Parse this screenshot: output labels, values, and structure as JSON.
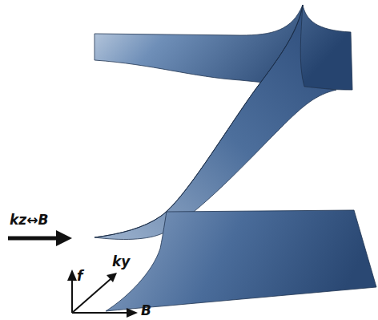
{
  "diagram": {
    "labels": [
      "kz↔B",
      "f",
      "ky",
      "B"
    ]
  }
}
